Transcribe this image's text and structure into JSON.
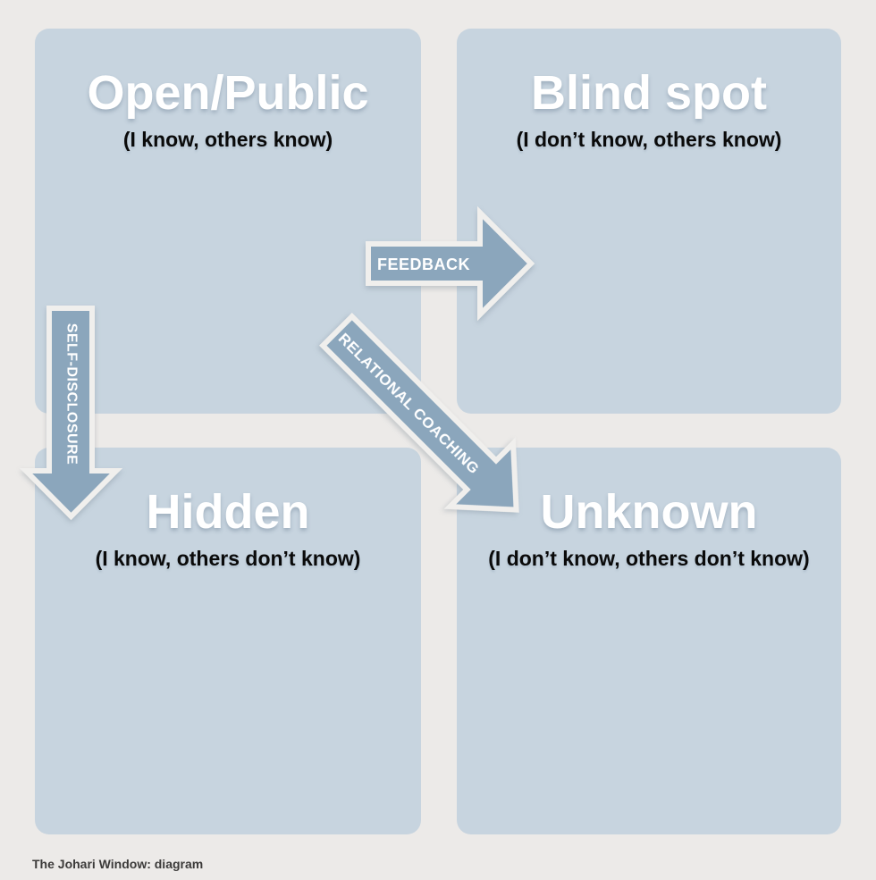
{
  "colors": {
    "page_background": "#eceae8",
    "quadrant_fill": "#c7d4df",
    "arrow_fill": "#8ba6bc",
    "arrow_outline": "#f0efed",
    "title_text": "#ffffff",
    "subtitle_text": "#0a0a0a",
    "caption_text": "#3b3a39"
  },
  "quadrants": [
    {
      "title": "Open/Public",
      "subtitle": "(I know, others know)"
    },
    {
      "title": "Blind spot",
      "subtitle": "(I don’t know, others know)"
    },
    {
      "title": "Hidden",
      "subtitle": "(I know, others don’t know)"
    },
    {
      "title": "Unknown",
      "subtitle": "(I don’t know, others don’t know)"
    }
  ],
  "arrows": {
    "feedback": {
      "label": "FEEDBACK",
      "direction": "right"
    },
    "self_disclosure": {
      "label": "SELF-DISCLOSURE",
      "direction": "down"
    },
    "relational_coaching": {
      "label": "RELATIONAL COACHING",
      "direction": "down-right"
    }
  },
  "caption": "The Johari Window: diagram"
}
